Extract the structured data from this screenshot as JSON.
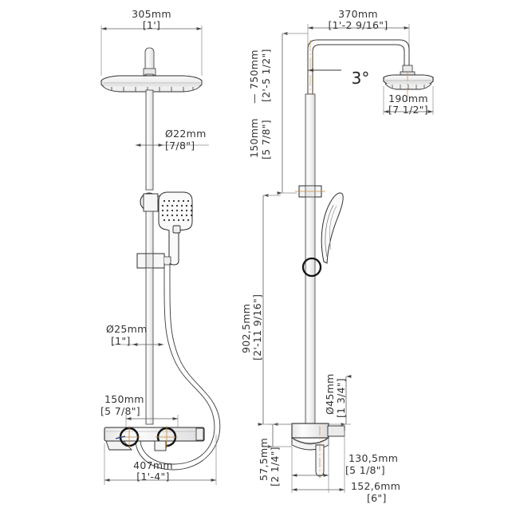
{
  "drawing": {
    "type": "technical-dimension-drawing",
    "subject": "Thermostatic shower column with rain head, hand shower and hose",
    "views": [
      "front-elevation",
      "side-elevation"
    ],
    "units": "mm with bracketed imperial equivalents"
  },
  "front_view": {
    "head_width": {
      "metric": "305mm",
      "imperial": "[1']"
    },
    "riser_diameter": {
      "metric": "Ø22mm",
      "imperial": "[7/8\"]"
    },
    "bar_diameter": {
      "metric": "Ø25mm",
      "imperial": "[1\"]"
    },
    "inlet_spacing": {
      "metric": "150mm",
      "imperial": "[5 7/8\"]"
    },
    "overall_width": {
      "metric": "407mm",
      "imperial": "[1'-4\"]"
    }
  },
  "side_view": {
    "arm_reach": {
      "metric": "370mm",
      "imperial": "[1'-2  9/16\"]"
    },
    "head_depth": {
      "metric": "190mm",
      "imperial": "[7 1/2\"]"
    },
    "tilt_angle": "3°",
    "adjust_range": {
      "min_metric": "150mm",
      "dash": "—",
      "max_metric": "750mm",
      "min_imperial": "[5 7/8\"]",
      "max_imperial": "[2'-5 1/2\"]"
    },
    "valve_height": {
      "metric": "902,5mm",
      "imperial": "[2'-11 9/16\"]"
    },
    "valve_body_diameter": {
      "metric": "Ø45mm",
      "imperial": "[1 3/4\"]"
    },
    "valve_depth": {
      "metric": "130,5mm",
      "imperial": "[5  1/8\"]"
    },
    "total_depth": {
      "metric": "152,6mm",
      "imperial": "[6\"]"
    },
    "valve_body_height": {
      "metric": "57,5mm",
      "imperial": "[2  1/4\"]"
    }
  },
  "style": {
    "line_color": "#303030",
    "thin_line_color": "#6b6b6b",
    "dim_line_color": "#7a7a7a",
    "centerline_color": "#c98a3c",
    "fill_light": "#f4f4f4",
    "fill_mid": "#e2e2e2",
    "text_color": "#333333"
  }
}
